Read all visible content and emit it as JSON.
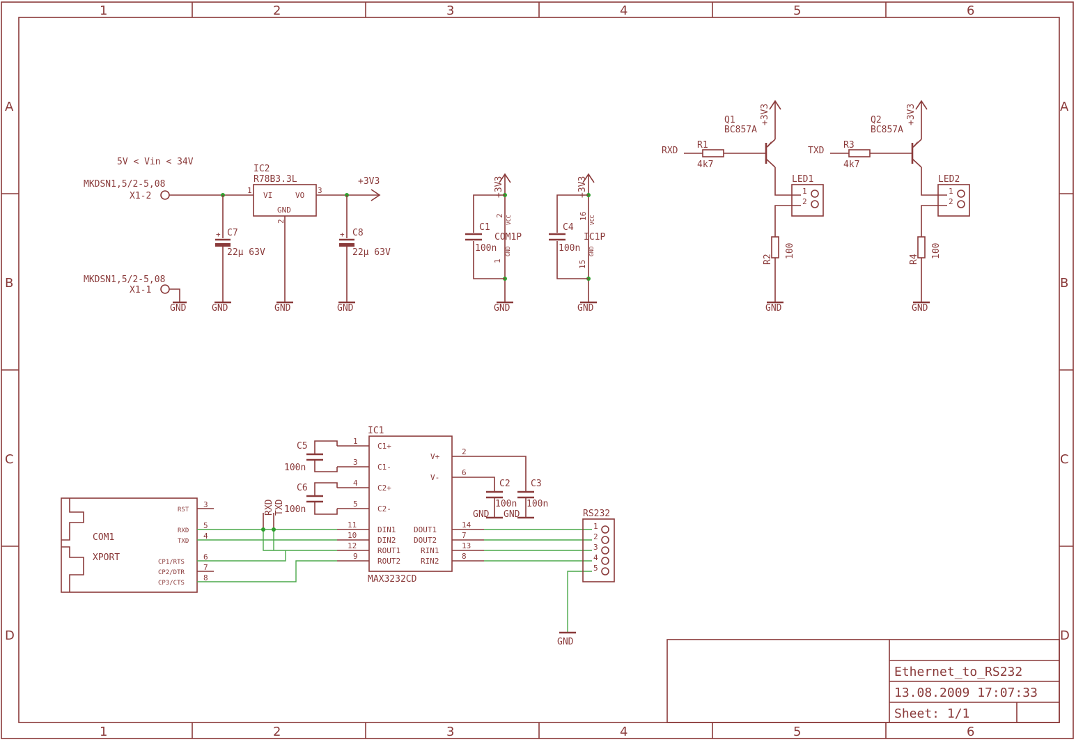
{
  "frame": {
    "columns": [
      "1",
      "2",
      "3",
      "4",
      "5",
      "6"
    ],
    "rows": [
      "A",
      "B",
      "C",
      "D"
    ]
  },
  "title_block": {
    "title": "Ethernet_to_RS232",
    "date": "13.08.2009 17:07:33",
    "sheet": "Sheet: 1/1"
  },
  "power": {
    "vin_range": "5V < Vin < 34V",
    "x1_2_part": "MKDSN1,5/2-5,08",
    "x1_2_name": "X1-2",
    "x1_1_part": "MKDSN1,5/2-5,08",
    "x1_1_name": "X1-1",
    "ic2_name": "IC2",
    "ic2_value": "R78B3.3L",
    "ic2_vi": "VI",
    "ic2_vo": "VO",
    "ic2_gnd": "GND",
    "ic2_pin1": "1",
    "ic2_pin2": "2",
    "ic2_pin3": "3",
    "c7_name": "C7",
    "c7_value": "22µ 63V",
    "c8_name": "C8",
    "c8_value": "22µ 63V",
    "out_net": "+3V3",
    "plus_sign": "+"
  },
  "decoupling": {
    "c1_name": "C1",
    "c1_value": "100n",
    "com1p": "COM1P",
    "c4_name": "C4",
    "c4_value": "100n",
    "ic1p": "IC1P",
    "vcc": "VCC",
    "gnd_small": "GND",
    "com_vcc_pin": "2",
    "com_gnd_pin": "1",
    "ic_vcc_pin": "16",
    "ic_gnd_pin": "15",
    "supply": "+3V3"
  },
  "leds": {
    "rxd": "RXD",
    "txd": "TXD",
    "r1_name": "R1",
    "r1_value": "4k7",
    "r3_name": "R3",
    "r3_value": "4k7",
    "q1_name": "Q1",
    "q1_value": "BC857A",
    "q2_name": "Q2",
    "q2_value": "BC857A",
    "led1": "LED1",
    "led2": "LED2",
    "r2_name": "R2",
    "r2_value": "100",
    "r4_name": "R4",
    "r4_value": "100",
    "pin1": "1",
    "pin2": "2",
    "supply": "+3V3"
  },
  "gnd": "GND",
  "max": {
    "name": "IC1",
    "value": "MAX3232CD",
    "left_pins": [
      "C1+",
      "C1-",
      "C2+",
      "C2-",
      "DIN1",
      "DIN2",
      "ROUT1",
      "ROUT2"
    ],
    "left_nums": [
      "1",
      "3",
      "4",
      "5",
      "11",
      "10",
      "12",
      "9"
    ],
    "right_pins": [
      "V+",
      "V-",
      "DOUT1",
      "DOUT2",
      "RIN1",
      "RIN2"
    ],
    "right_nums": [
      "2",
      "6",
      "14",
      "7",
      "13",
      "8"
    ],
    "c5_name": "C5",
    "c5_value": "100n",
    "c6_name": "C6",
    "c6_value": "100n",
    "c2_name": "C2",
    "c2_value": "100n",
    "c3_name": "C3",
    "c3_value": "100n",
    "rxd_tag": "RXD",
    "txd_tag": "TXD"
  },
  "xport": {
    "name": "COM1",
    "value": "XPORT",
    "pins": [
      "RST",
      "RXD",
      "TXD",
      "CP1/RTS",
      "CP2/DTR",
      "CP3/CTS"
    ],
    "nums": [
      "3",
      "5",
      "4",
      "6",
      "7",
      "8"
    ]
  },
  "rs232": {
    "name": "RS232",
    "pins": [
      "1",
      "2",
      "3",
      "4",
      "5"
    ]
  }
}
